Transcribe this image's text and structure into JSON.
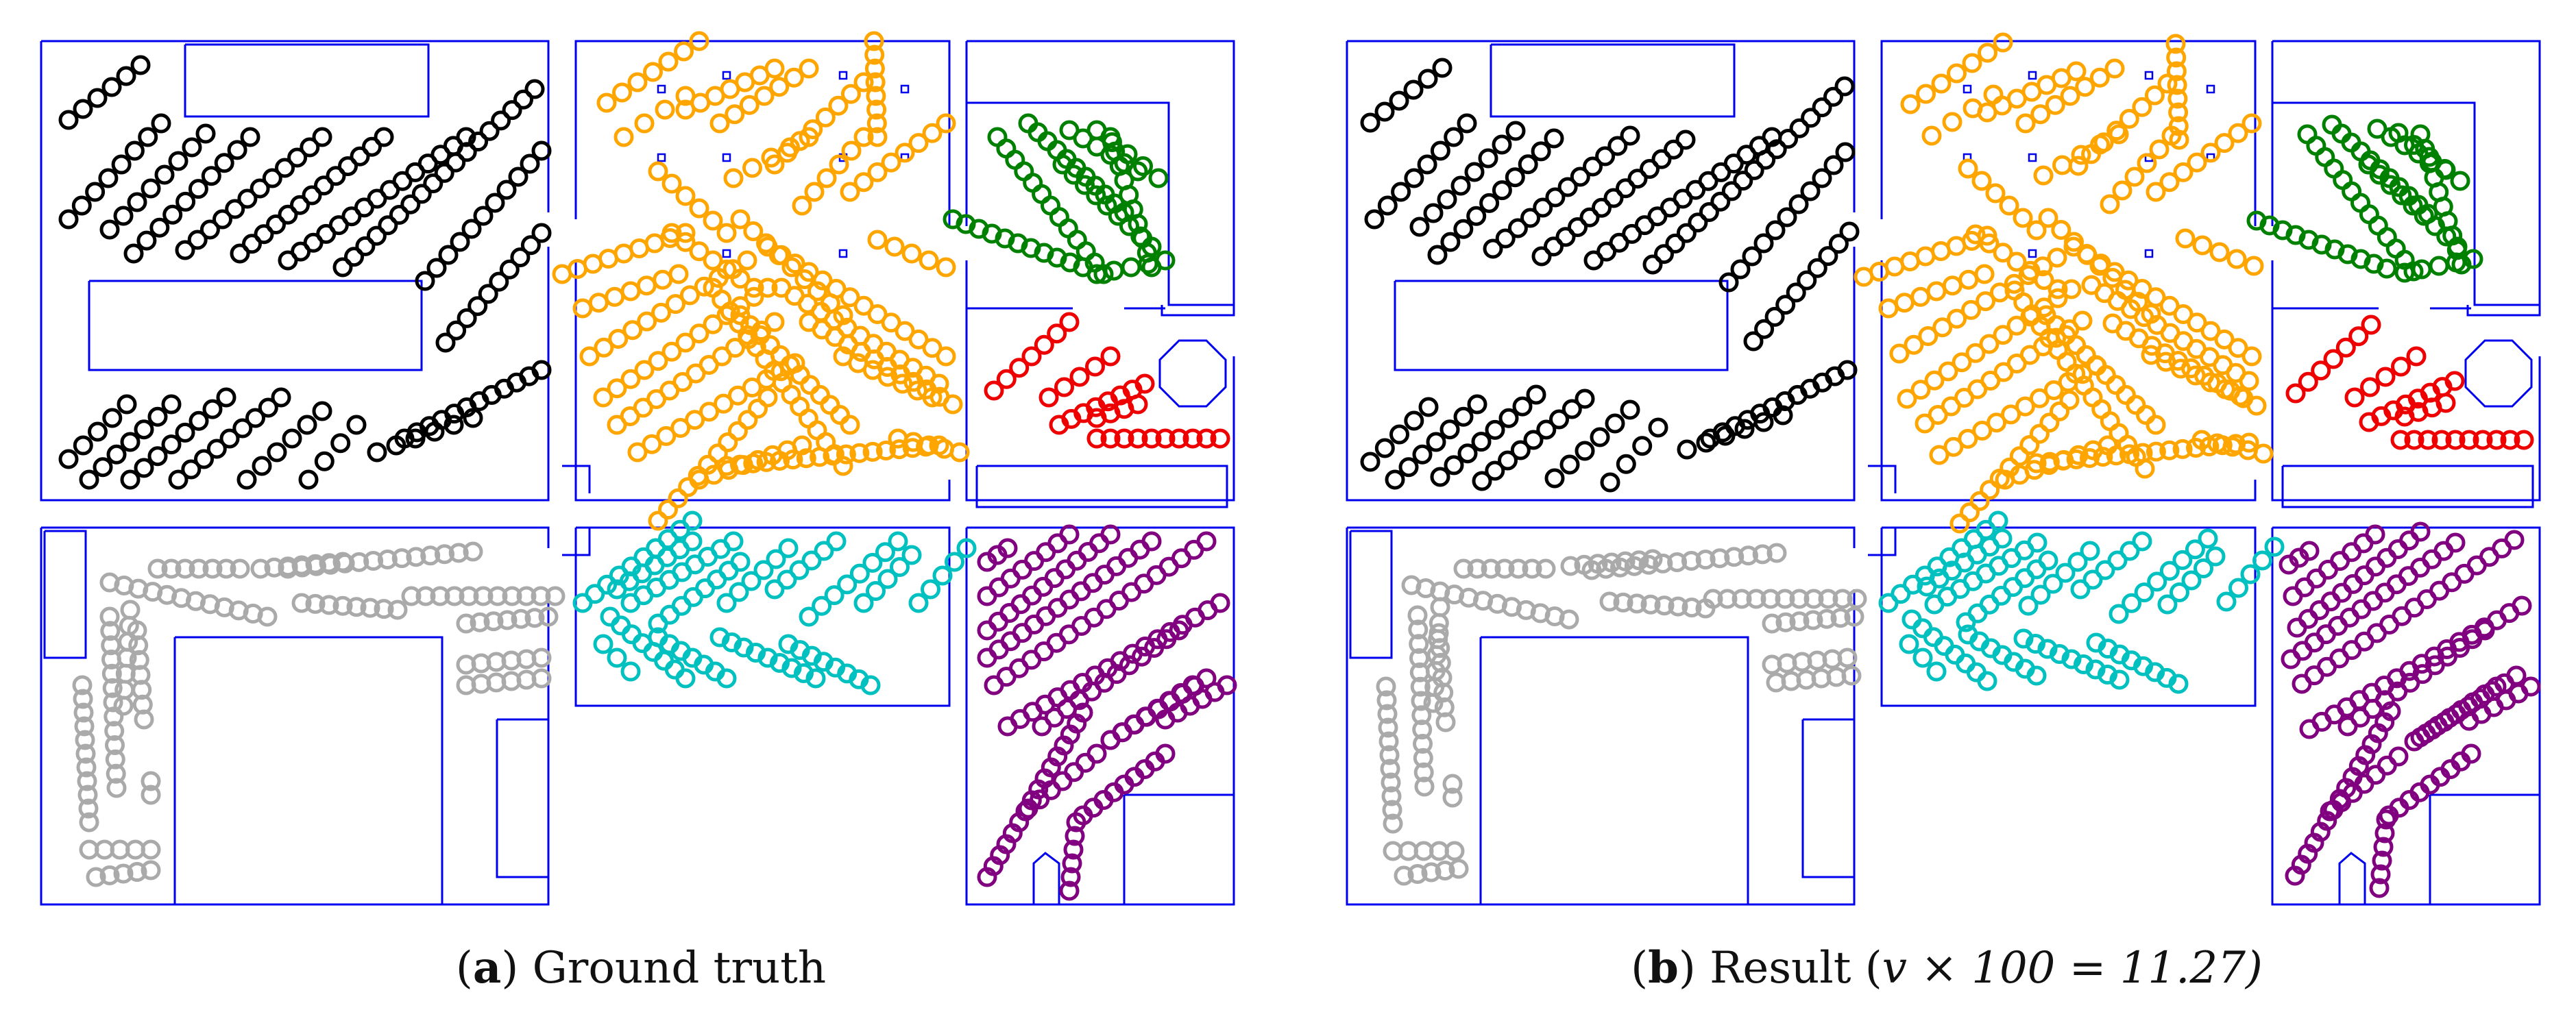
{
  "colors": {
    "walls": "#0000ee",
    "black_group": "#000000",
    "orange_group": "#ffa500",
    "green_group": "#008000",
    "red_group": "#ee0000",
    "gray_group": "#aaaaaa",
    "cyan_group": "#00c0c0",
    "purple_group": "#800080"
  },
  "panels": [
    {
      "caption_letter": "a",
      "caption_open": "(",
      "caption_close": ")",
      "caption_text": "Ground truth",
      "caption_math": ""
    },
    {
      "caption_letter": "b",
      "caption_open": "(",
      "caption_close": ")",
      "caption_text": "Result (",
      "caption_math": "v × 100 = 11.27)"
    }
  ]
}
